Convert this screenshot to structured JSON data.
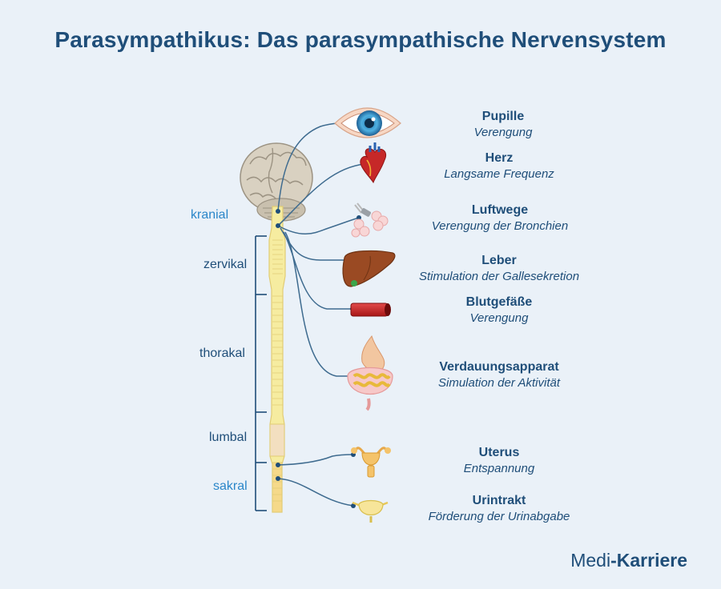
{
  "title": "Parasympathikus: Das parasympathische Nervensystem",
  "segments": [
    {
      "label": "kranial",
      "color": "#2a86c9"
    },
    {
      "label": "zervikal",
      "color": "#1f4e79"
    },
    {
      "label": "thorakal",
      "color": "#1f4e79"
    },
    {
      "label": "lumbal",
      "color": "#1f4e79"
    },
    {
      "label": "sakral",
      "color": "#2a86c9"
    }
  ],
  "organs": [
    {
      "name": "Pupille",
      "effect": "Verengung",
      "icon": "eye-icon"
    },
    {
      "name": "Herz",
      "effect": "Langsame Frequenz",
      "icon": "heart-icon"
    },
    {
      "name": "Luftwege",
      "effect": "Verengung der Bronchien",
      "icon": "lungs-icon"
    },
    {
      "name": "Leber",
      "effect": "Stimulation der Gallesekretion",
      "icon": "liver-icon"
    },
    {
      "name": "Blutgefäße",
      "effect": "Verengung",
      "icon": "blood-vessel-icon"
    },
    {
      "name": "Verdauungsapparat",
      "effect": "Simulation der Aktivität",
      "icon": "digestive-tract-icon"
    },
    {
      "name": "Uterus",
      "effect": "Entspannung",
      "icon": "uterus-icon"
    },
    {
      "name": "Urintrakt",
      "effect": "Förderung der Urinabgabe",
      "icon": "bladder-icon"
    }
  ],
  "brand": {
    "part1": "Medi",
    "part2": "Karriere"
  },
  "colors": {
    "text": "#1f4e79",
    "accent": "#2a86c9",
    "background": "#eaf1f8",
    "nerve": "#3e6b8f",
    "spinal_cord": "#f6eca0"
  }
}
